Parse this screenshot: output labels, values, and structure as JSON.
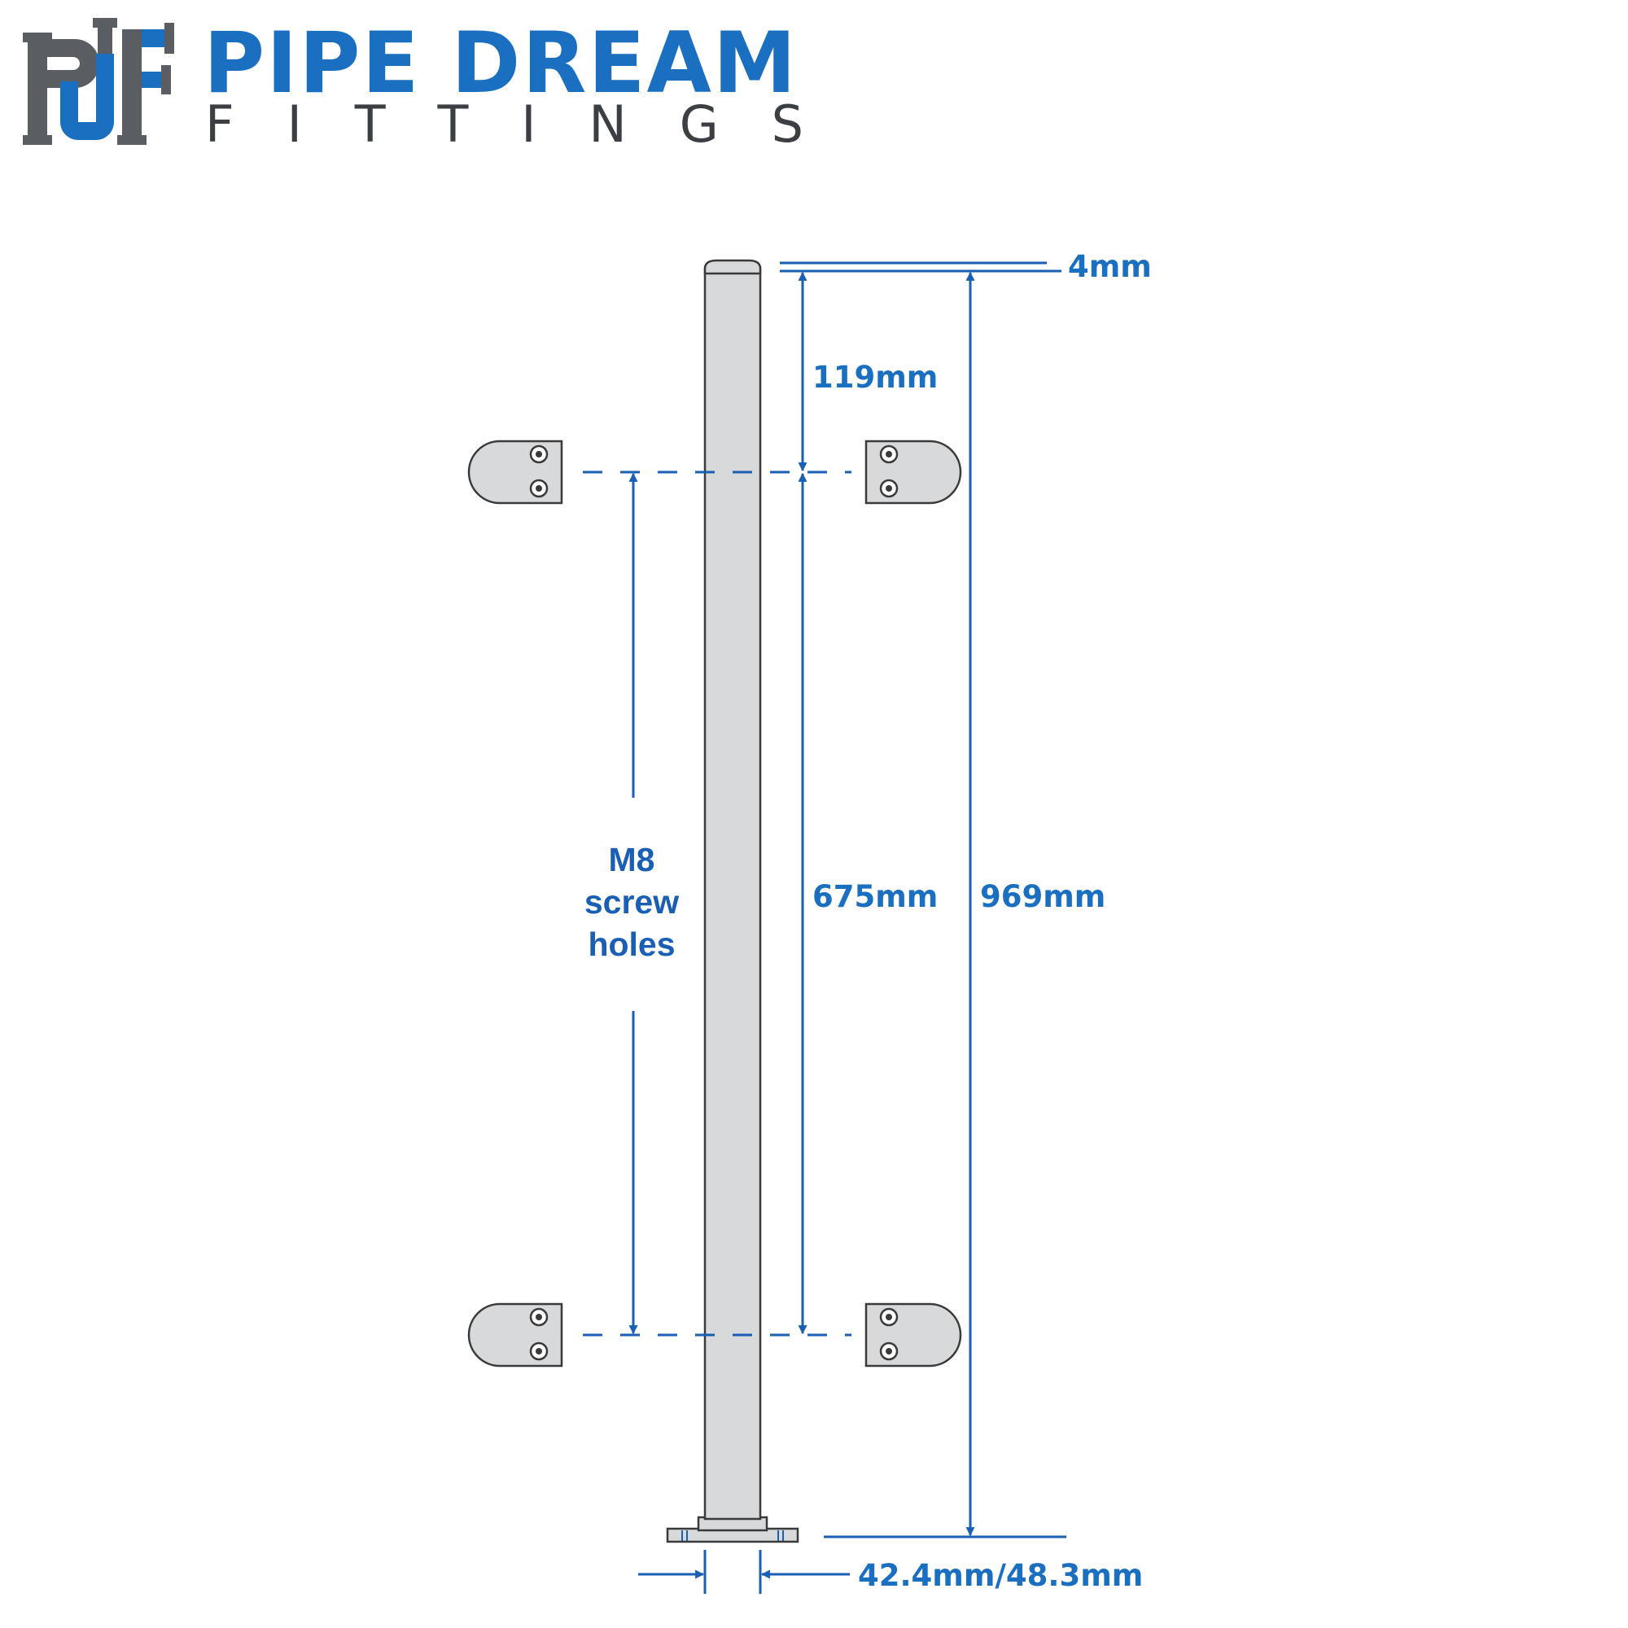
{
  "brand": {
    "name_line1": "PIPE DREAM",
    "name_line2": "FITTINGS",
    "logo_letters": "PDF",
    "color_blue": "#1a6fc0",
    "color_gray": "#3b3f44"
  },
  "diagram": {
    "dimensions": {
      "cap": "4mm",
      "top_to_clamp": "119mm",
      "clamp_spacing": "675mm",
      "total_height": "969mm",
      "diameter": "42.4mm/48.3mm"
    },
    "note": {
      "line1": "M8",
      "line2": "screw",
      "line3": "holes"
    },
    "colors": {
      "dimension": "#1a5fb4",
      "post": "#d7d9db",
      "outline": "#3a3a3a"
    }
  }
}
